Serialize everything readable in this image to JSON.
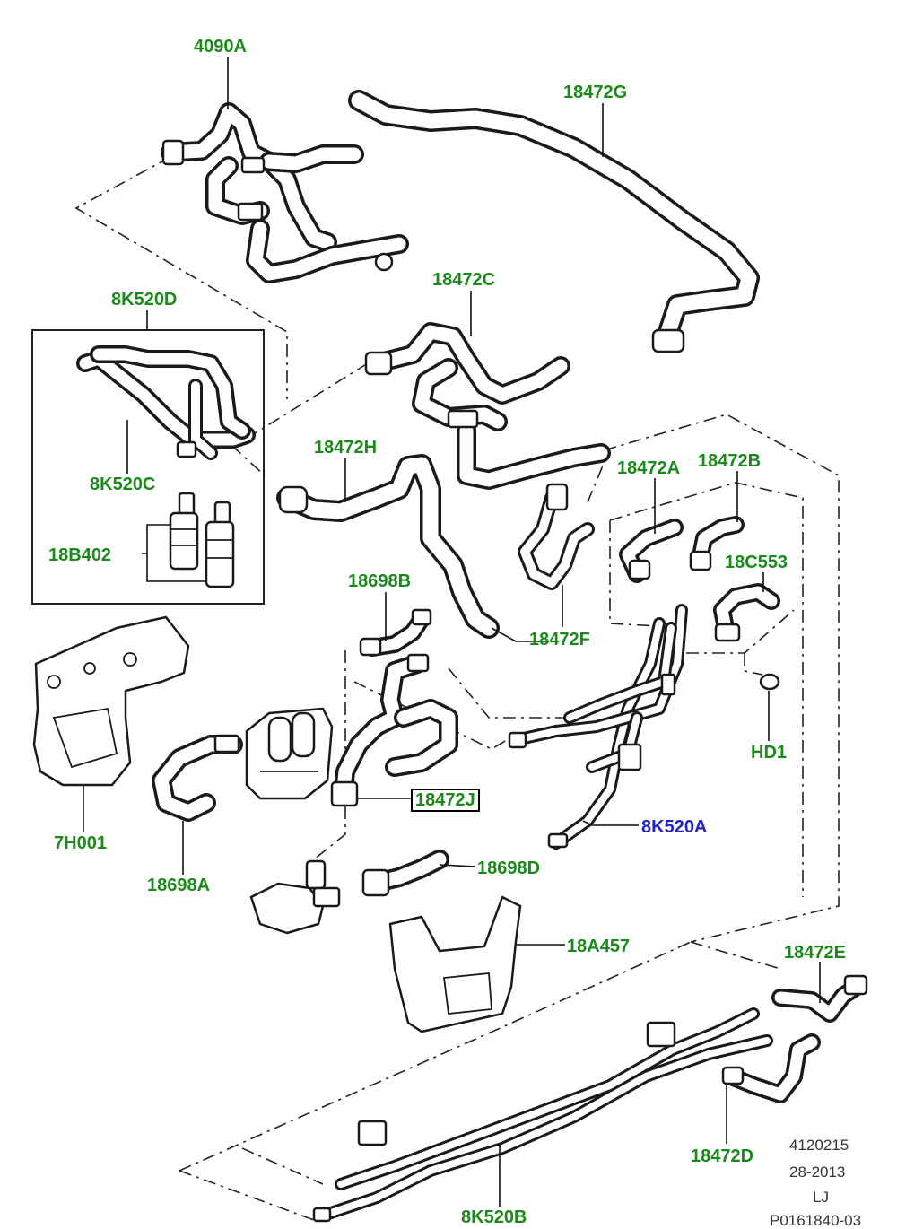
{
  "colors": {
    "part_label": "#1a8a1a",
    "link_label": "#2222cc",
    "line": "#1a1a1a",
    "background": "#ffffff"
  },
  "labels": {
    "l4090A": "4090A",
    "l18472G": "18472G",
    "l8K520D": "8K520D",
    "l18472C": "18472C",
    "l8K520C": "8K520C",
    "l18472H": "18472H",
    "l18472A": "18472A",
    "l18472B": "18472B",
    "l18B402": "18B402",
    "l18C553": "18C553",
    "l18698B": "18698B",
    "l18472F": "18472F",
    "l18472J": "18472J",
    "lHD1": "HD1",
    "l7H001": "7H001",
    "l8K520A": "8K520A",
    "l18698A": "18698A",
    "l18698D": "18698D",
    "l18A457": "18A457",
    "l18472E": "18472E",
    "l18472D": "18472D",
    "l8K520B": "8K520B"
  },
  "footer": {
    "code": "4120215",
    "year": "28-2013",
    "initials": "LJ",
    "ref": "P0161840-03"
  }
}
